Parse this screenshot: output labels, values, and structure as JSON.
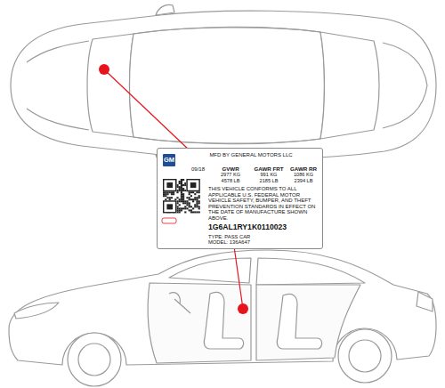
{
  "diagram": {
    "nodes": [
      {
        "text": [
          "GM",
          "MFD BY GENERAL MOTORS LLC",
          "09/18",
          "GVWR",
          "2977 KG",
          "4578 LB",
          "GAWR FRT",
          "991 KG",
          "2185 LB",
          "GAWR RR",
          "1086 KG",
          "2394 LB",
          "THIS VEHICLE CONFORMS TO ALL APPLICABLE U.S. FEDERAL MOTOR VEHICLE SAFETY, BUMPER, AND THEFT PREVENTION STANDARDS IN EFFECT ON THE DATE OF MANUFACTURE SHOWN ABOVE.",
          "1G6AL1RY1K0110023",
          "TYPE: PASS CAR",
          "MODEL: 136A647"
        ]
      }
    ]
  }
}
